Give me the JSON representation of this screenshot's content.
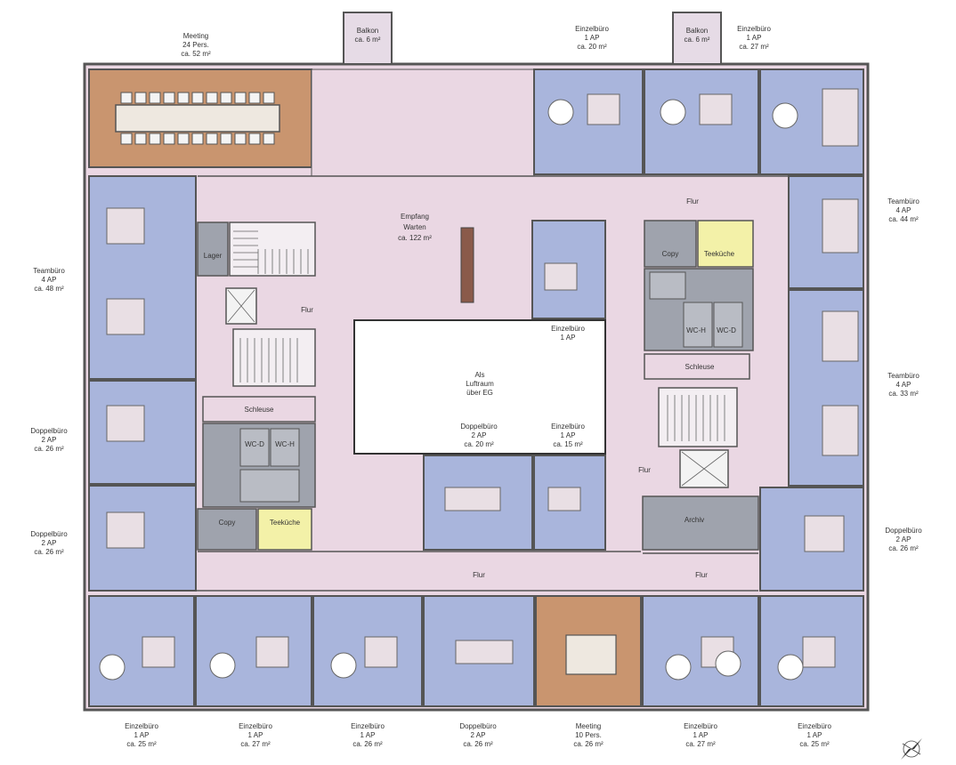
{
  "colors": {
    "office": "#a9b5dc",
    "corridor": "#ead7e3",
    "meeting": "#c9956f",
    "kitchen": "#f3f1a8",
    "service": "#9fa3ad",
    "wall": "#555555",
    "void": "#ffffff"
  },
  "outside_labels": [
    {
      "id": "meeting-top",
      "lines": [
        "Meeting",
        "24 Pers.",
        "ca. 52 m²"
      ]
    },
    {
      "id": "balkon-left",
      "lines": [
        "Balkon",
        "ca. 6 m²"
      ]
    },
    {
      "id": "einzel-top-1",
      "lines": [
        "Einzelbüro",
        "1 AP",
        "ca. 20 m²"
      ]
    },
    {
      "id": "balkon-right",
      "lines": [
        "Balkon",
        "ca. 6 m²"
      ]
    },
    {
      "id": "einzel-top-2",
      "lines": [
        "Einzelbüro",
        "1 AP",
        "ca. 27 m²"
      ]
    },
    {
      "id": "team-left",
      "lines": [
        "Teambüro",
        "4 AP",
        "ca. 48 m²"
      ]
    },
    {
      "id": "doppel-left-1",
      "lines": [
        "Doppelbüro",
        "2 AP",
        "ca. 26 m²"
      ]
    },
    {
      "id": "doppel-left-2",
      "lines": [
        "Doppelbüro",
        "2 AP",
        "ca. 26 m²"
      ]
    },
    {
      "id": "team-right-1",
      "lines": [
        "Teambüro",
        "4 AP",
        "ca. 44 m²"
      ]
    },
    {
      "id": "team-right-2",
      "lines": [
        "Teambüro",
        "4 AP",
        "ca. 33 m²"
      ]
    },
    {
      "id": "doppel-right",
      "lines": [
        "Doppelbüro",
        "2 AP",
        "ca. 26 m²"
      ]
    },
    {
      "id": "bottom-1",
      "lines": [
        "Einzelbüro",
        "1 AP",
        "ca. 25 m²"
      ]
    },
    {
      "id": "bottom-2",
      "lines": [
        "Einzelbüro",
        "1 AP",
        "ca. 27 m²"
      ]
    },
    {
      "id": "bottom-3",
      "lines": [
        "Einzelbüro",
        "1 AP",
        "ca. 26 m²"
      ]
    },
    {
      "id": "bottom-4",
      "lines": [
        "Doppelbüro",
        "2 AP",
        "ca. 26 m²"
      ]
    },
    {
      "id": "bottom-5",
      "lines": [
        "Meeting",
        "10 Pers.",
        "ca. 26 m²"
      ]
    },
    {
      "id": "bottom-6",
      "lines": [
        "Einzelbüro",
        "1 AP",
        "ca. 27 m²"
      ]
    },
    {
      "id": "bottom-7",
      "lines": [
        "Einzelbüro",
        "1 AP",
        "ca. 25 m²"
      ]
    }
  ],
  "inside_labels": {
    "empfang": [
      "Empfang",
      "Warten",
      "ca. 122 m²"
    ],
    "luftraum": [
      "Als",
      "Luftraum",
      "über EG"
    ],
    "einzel_inner": [
      "Einzelbüro",
      "1 AP"
    ],
    "doppel_inner": [
      "Doppelbüro",
      "2 AP",
      "ca. 20 m²"
    ],
    "einzel_inner_2": [
      "Einzelbüro",
      "1 AP",
      "ca. 15 m²"
    ],
    "flur": "Flur",
    "lager": "Lager",
    "copy": "Copy",
    "teekueche": "Teeküche",
    "schleuse": "Schleuse",
    "wc_d": "WC-D",
    "wc_h": "WC-H",
    "archiv": "Archiv"
  },
  "icons": [
    "north-arrow-icon"
  ]
}
